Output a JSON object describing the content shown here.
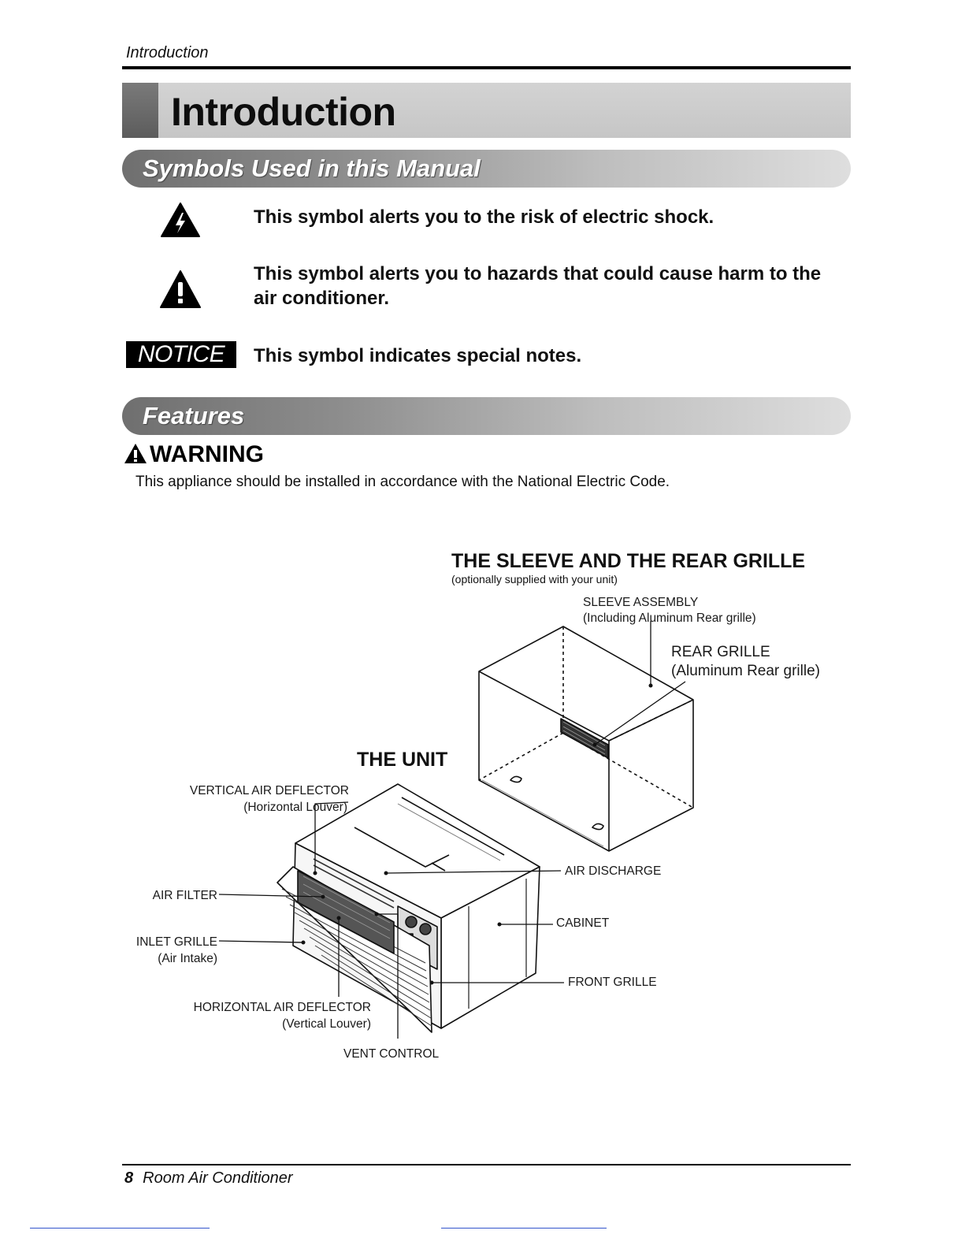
{
  "header": {
    "running_head": "Introduction"
  },
  "page_title": "Introduction",
  "sections": {
    "symbols": "Symbols Used in this Manual",
    "features": "Features"
  },
  "symbols": [
    {
      "icon": "electric-shock-warning-icon",
      "text": "This symbol alerts you to the risk of electric shock."
    },
    {
      "icon": "hazard-warning-icon",
      "text": "This symbol alerts you to hazards that could cause harm to the air conditioner."
    },
    {
      "icon": "notice-badge",
      "badge": "NOTICE",
      "text": "This symbol indicates special notes."
    }
  ],
  "warning": {
    "label": "WARNING",
    "text": "This appliance should be installed in accordance with the National Electric Code."
  },
  "diagram": {
    "sleeve_title": "THE SLEEVE AND THE REAR GRILLE",
    "sleeve_subtitle": "(optionally supplied with your unit)",
    "sleeve_assembly": "SLEEVE ASSEMBLY",
    "sleeve_assembly_note": "(Including Aluminum Rear grille)",
    "rear_grille": "REAR GRILLE",
    "rear_grille_note": "(Aluminum Rear grille)",
    "unit_title": "THE UNIT",
    "vertical_deflector": "VERTICAL AIR DEFLECTOR",
    "vertical_deflector_note": "(Horizontal Louver)",
    "air_filter": "AIR FILTER",
    "inlet_grille": "INLET GRILLE",
    "inlet_grille_note": "(Air Intake)",
    "horizontal_deflector": "HORIZONTAL AIR DEFLECTOR",
    "horizontal_deflector_note": "(Vertical Louver)",
    "vent_control": "VENT CONTROL",
    "air_discharge": "AIR DISCHARGE",
    "cabinet": "CABINET",
    "front_grille": "FRONT GRILLE"
  },
  "footer": {
    "page_number": "8",
    "title": "Room Air Conditioner"
  }
}
